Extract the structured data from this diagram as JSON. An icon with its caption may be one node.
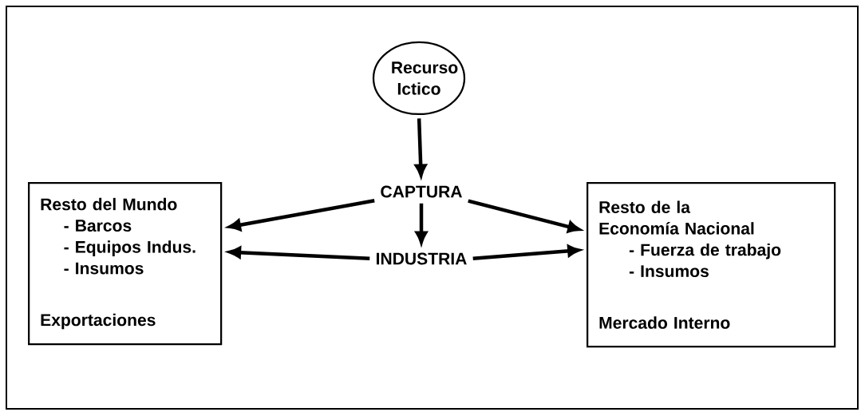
{
  "diagram": {
    "nodes": [
      {
        "text": [
          "Recurso Ictico"
        ]
      },
      {
        "text": [
          "Resto del Mundo",
          "- Barcos",
          "- Equipos Indus.",
          "- Insumos",
          "Exportaciones"
        ]
      },
      {
        "text": [
          "CAPTURA"
        ]
      },
      {
        "text": [
          "Resto de la Economía Nacional",
          "- Fuerza de trabajo",
          "- Insumos",
          "Mercado Interno"
        ]
      },
      {
        "text": [
          "INDUSTRIA"
        ]
      }
    ],
    "edges": [
      {
        "from": 0,
        "to": 2,
        "arrow": "to"
      },
      {
        "from": 2,
        "to": 4,
        "arrow": "to"
      },
      {
        "from": 2,
        "to": 1,
        "arrow": "to"
      },
      {
        "from": 4,
        "to": 1,
        "arrow": "to"
      },
      {
        "from": 2,
        "to": 3,
        "arrow": "to"
      },
      {
        "from": 4,
        "to": 3,
        "arrow": "to"
      }
    ]
  }
}
